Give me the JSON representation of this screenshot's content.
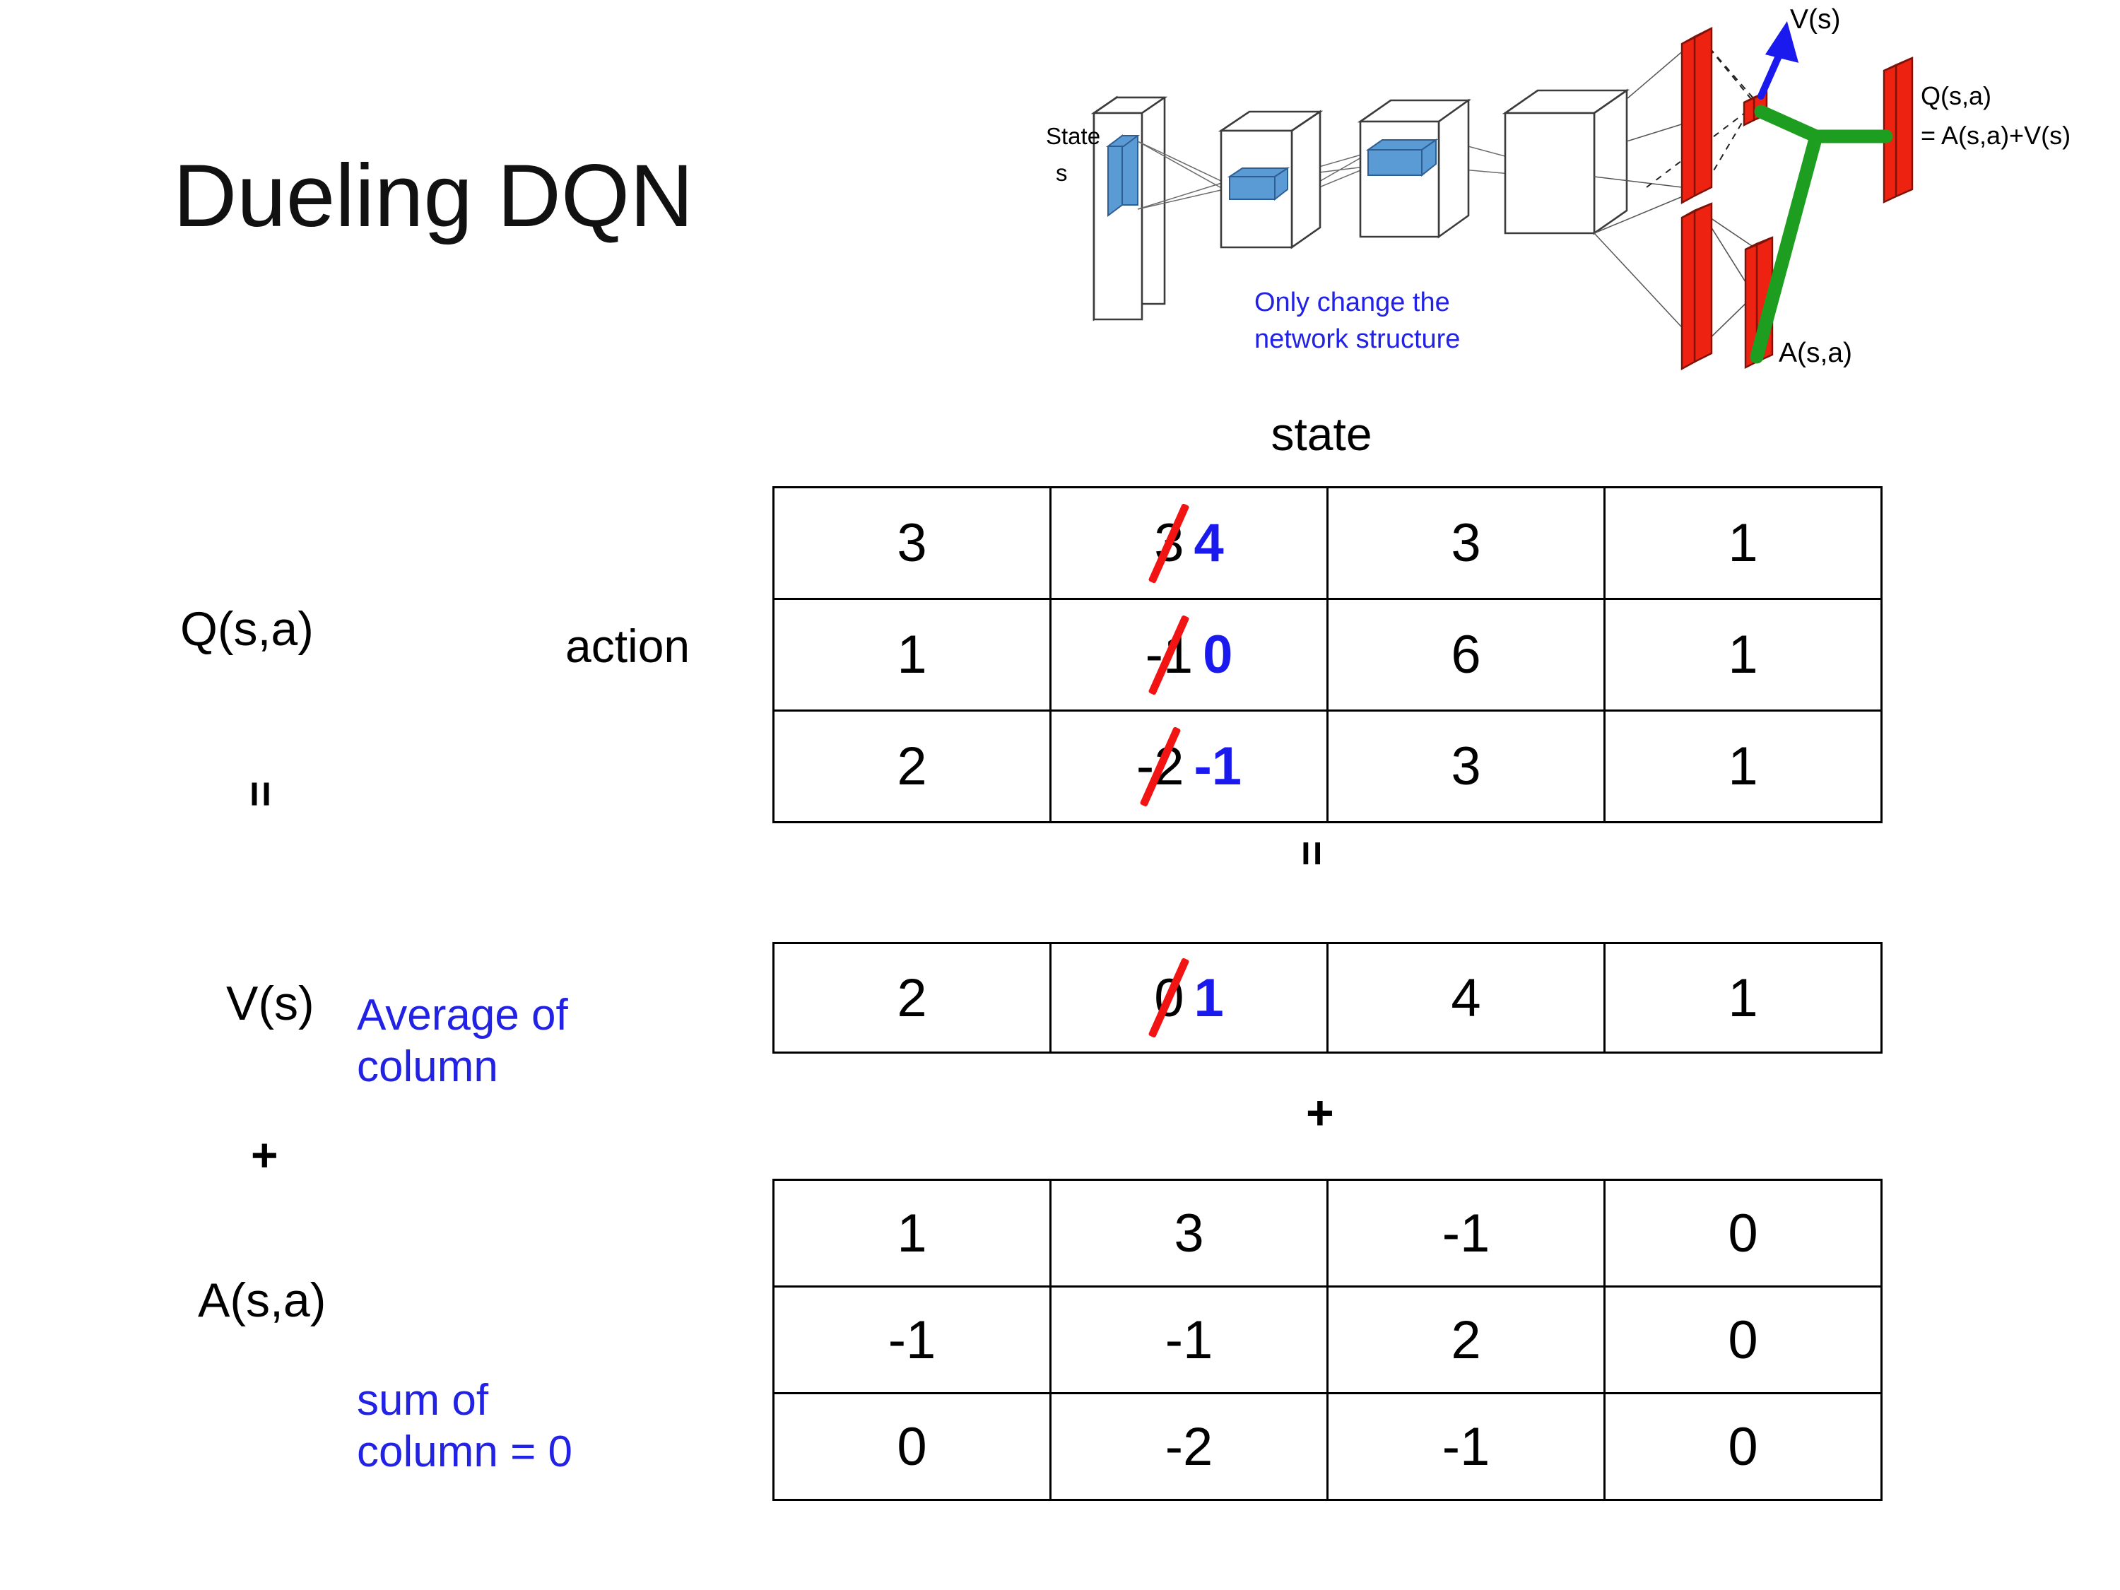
{
  "title": "Dueling DQN",
  "diagram": {
    "state_label_line1": "State",
    "state_label_line2": "s",
    "note": "Only change the\nnetwork structure",
    "note_line1": "Only change the",
    "note_line2": "network structure",
    "v_out_label": "V(s)",
    "a_out_label": "A(s,a)",
    "q_out_label_line1": "Q(s,a)",
    "q_out_label_line2": "= A(s,a)+V(s)",
    "colors": {
      "note": "#2222E5",
      "arrow": "#1A1AEE",
      "bar": "#EE2211",
      "merge": "#1E9E20",
      "conv": "#5B9BD5"
    }
  },
  "labels": {
    "state_header": "state",
    "action": "action",
    "q": "Q(s,a)",
    "v": "V(s)",
    "a": "A(s,a)",
    "equals_1": "=",
    "equals_2": "=",
    "plus_left": "+",
    "plus_mid": "+",
    "avg_note_line1": "Average of",
    "avg_note_line2": "column",
    "sum_note_line1": "sum of",
    "sum_note_line2": "column = 0"
  },
  "colors": {
    "edit_new": "#1A1AEE",
    "strike": "#F21313",
    "note": "#2222E5",
    "text": "#000000"
  },
  "chart_data": {
    "type": "table",
    "title": "Dueling DQN decomposition  Q(s,a) = V(s) + A(s,a)",
    "row_axis": "action",
    "col_axis": "state",
    "tables": [
      {
        "name": "Q(s,a)",
        "rows": 3,
        "cols": 4,
        "values": [
          [
            "3",
            "3",
            "3",
            "1"
          ],
          [
            "1",
            "-1",
            "6",
            "1"
          ],
          [
            "2",
            "-2",
            "3",
            "1"
          ]
        ],
        "edits": [
          {
            "row": 0,
            "col": 1,
            "old": "3",
            "new": "4"
          },
          {
            "row": 1,
            "col": 1,
            "old": "-1",
            "new": "0"
          },
          {
            "row": 2,
            "col": 1,
            "old": "-2",
            "new": "-1"
          }
        ]
      },
      {
        "name": "V(s)",
        "rows": 1,
        "cols": 4,
        "values": [
          [
            "2",
            "0",
            "4",
            "1"
          ]
        ],
        "edits": [
          {
            "row": 0,
            "col": 1,
            "old": "0",
            "new": "1"
          }
        ]
      },
      {
        "name": "A(s,a)",
        "rows": 3,
        "cols": 4,
        "values": [
          [
            "1",
            "3",
            "-1",
            "0"
          ],
          [
            "-1",
            "-1",
            "2",
            "0"
          ],
          [
            "0",
            "-2",
            "-1",
            "0"
          ]
        ],
        "edits": []
      }
    ]
  }
}
